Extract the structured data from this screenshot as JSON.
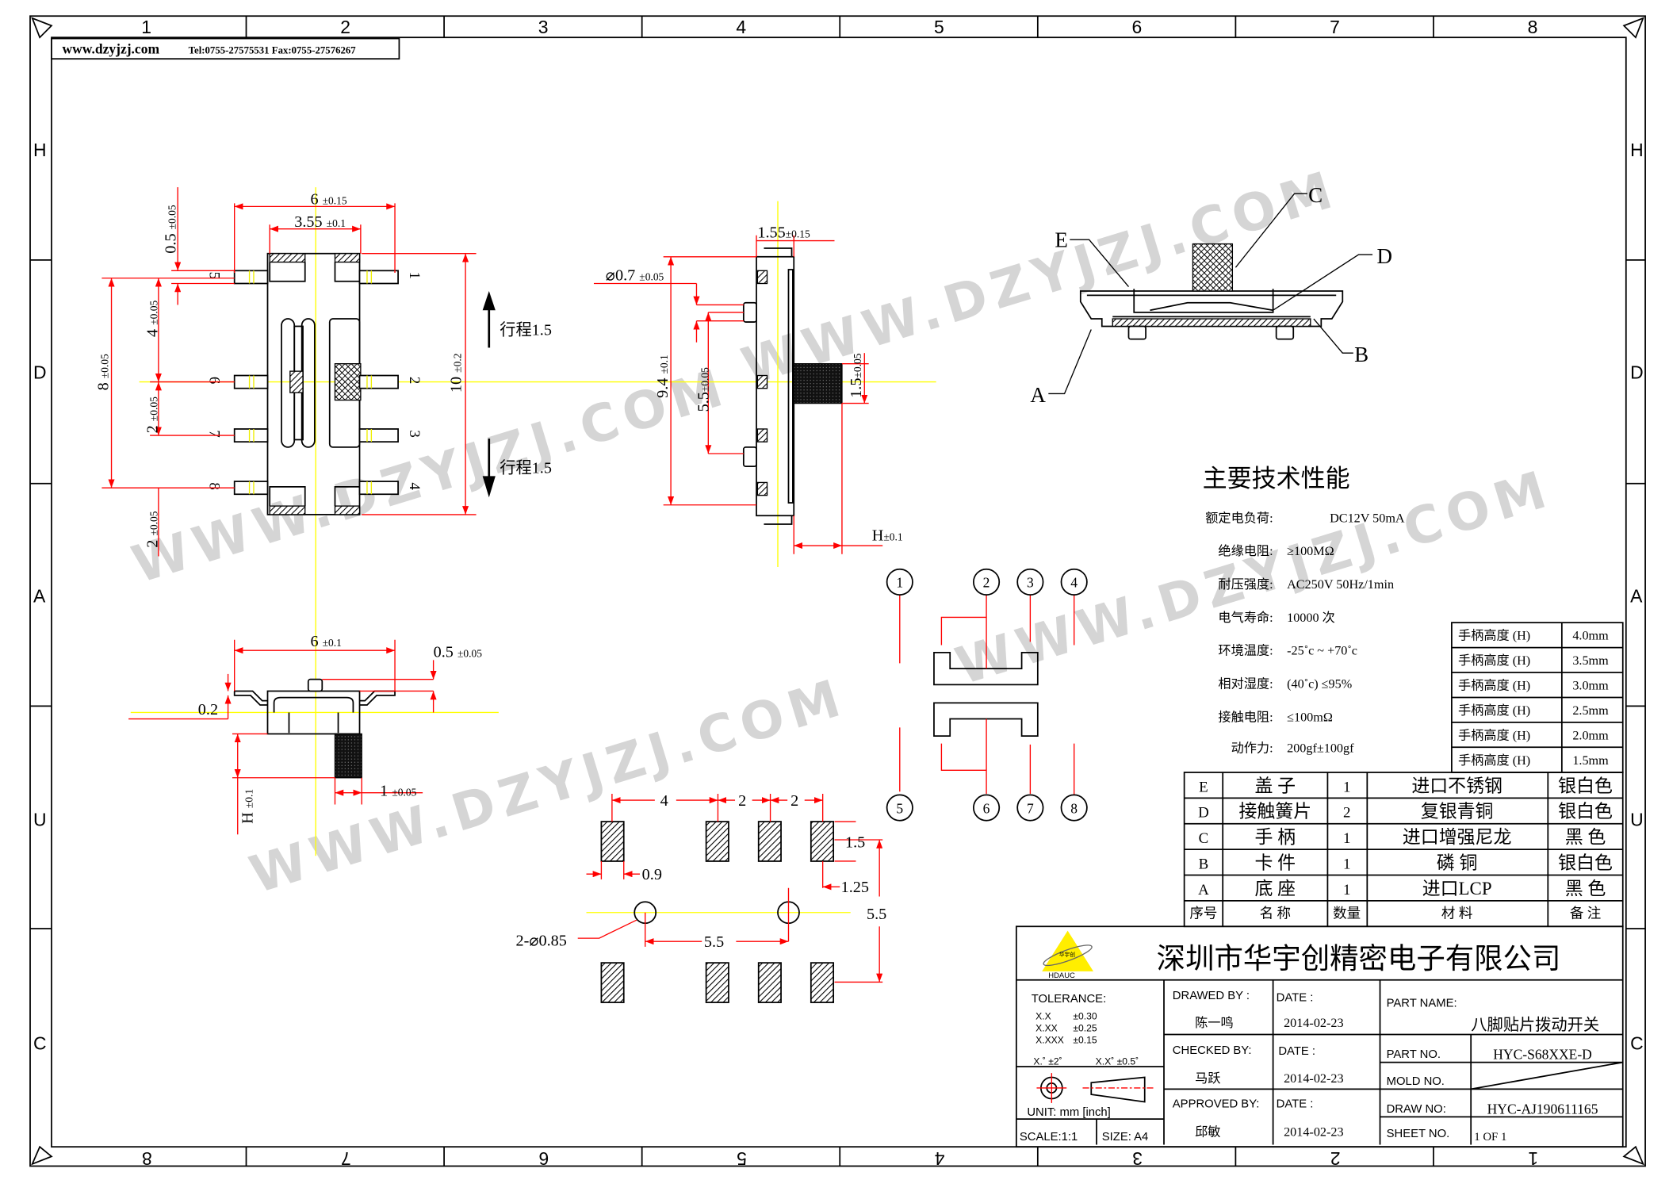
{
  "header": {
    "site": "www.dzyjzj.com",
    "contact": "Tel:0755-27575531  Fax:0755-27576267"
  },
  "zones": {
    "top": [
      "1",
      "2",
      "3",
      "4",
      "5",
      "6",
      "7",
      "8"
    ],
    "bottom": [
      "8",
      "7",
      "6",
      "5",
      "4",
      "3",
      "2",
      "1"
    ],
    "side": [
      "H",
      "D",
      "A",
      "U",
      "C"
    ]
  },
  "watermark": "WWW.DZYJZJ.COM",
  "colors": {
    "dimension": "#ff0000",
    "centerline": "#ffff00",
    "outline": "#000000",
    "logo": "#ffee00"
  },
  "top_view": {
    "width": "6",
    "width_tol": "±0.15",
    "inner_width": "3.55",
    "inner_width_tol": "±0.1",
    "length": "10",
    "length_tol": "±0.2",
    "pin_span": "8",
    "pin_span_tol": "±0.05",
    "pin_width": "0.5",
    "pin_width_tol": "±0.05",
    "pitch_a": "4",
    "pitch_a_tol": "±0.05",
    "pitch_b": "2",
    "pitch_b_tol": "±0.05",
    "pitch_c": "2",
    "pitch_c_tol": "±0.05",
    "pins_left": [
      "5",
      "6",
      "7",
      "8"
    ],
    "pins_right": [
      "1",
      "2",
      "3",
      "4"
    ],
    "travel_up": "行程1.5",
    "travel_down": "行程1.5"
  },
  "side_view": {
    "thickness": "1.55",
    "thickness_tol": "±0.15",
    "post_dia": "⌀0.7",
    "post_dia_tol": "±0.05",
    "height": "9.4",
    "height_tol": "±0.1",
    "post_pitch": "5.5",
    "post_pitch_tol": "±0.05",
    "handle_width": "1.5",
    "handle_width_tol": "±0.05",
    "handle_height": "H",
    "handle_height_tol": "±0.1"
  },
  "front_view": {
    "width": "6",
    "width_tol": "±0.1",
    "nub": "0.5",
    "nub_tol": "±0.05",
    "offset": "0.2",
    "handle_thickness": "1",
    "handle_thickness_tol": "±0.05",
    "handle_height": "H",
    "handle_height_tol": "±0.1"
  },
  "schematic": {
    "pins_top": [
      "1",
      "2",
      "3",
      "4"
    ],
    "pins_bottom": [
      "5",
      "6",
      "7",
      "8"
    ]
  },
  "footprint": {
    "pitch_4": "4",
    "pitch_2a": "2",
    "pitch_2b": "2",
    "pad_len": "1.5",
    "pad_width": "0.9",
    "pad_offset": "1.25",
    "row_span": "5.5",
    "holes": "2-⌀0.85",
    "hole_span": "5.5"
  },
  "section_labels": [
    "E",
    "C",
    "D",
    "B",
    "A"
  ],
  "specs": {
    "title": "主要技术性能",
    "items": [
      {
        "label": "额定电负荷:",
        "value": "DC12V  50mA"
      },
      {
        "label": "绝缘电阻:",
        "value": "≥100MΩ"
      },
      {
        "label": "耐压强度:",
        "value": "AC250V   50Hz/1min"
      },
      {
        "label": "电气寿命:",
        "value": "10000  次"
      },
      {
        "label": "环境温度:",
        "value": "-25˚c ~ +70˚c"
      },
      {
        "label": "相对湿度:",
        "value": "(40˚c) ≤95%"
      },
      {
        "label": "接触电阻:",
        "value": "≤100mΩ"
      },
      {
        "label": "动作力:",
        "value": "200gf±100gf"
      }
    ]
  },
  "handle_heights": [
    {
      "label": "手柄高度  (H)",
      "value": "4.0mm"
    },
    {
      "label": "手柄高度  (H)",
      "value": "3.5mm"
    },
    {
      "label": "手柄高度  (H)",
      "value": "3.0mm"
    },
    {
      "label": "手柄高度  (H)",
      "value": "2.5mm"
    },
    {
      "label": "手柄高度  (H)",
      "value": "2.0mm"
    },
    {
      "label": "手柄高度  (H)",
      "value": "1.5mm"
    }
  ],
  "bom": {
    "rows": [
      {
        "id": "E",
        "name": "盖    子",
        "qty": "1",
        "material": "进口不锈钢",
        "note": "银白色"
      },
      {
        "id": "D",
        "name": "接触簧片",
        "qty": "2",
        "material": "复银青铜",
        "note": "银白色"
      },
      {
        "id": "C",
        "name": "手    柄",
        "qty": "1",
        "material": "进口增强尼龙",
        "note": "黑  色"
      },
      {
        "id": "B",
        "name": "卡    件",
        "qty": "1",
        "material": "磷        铜",
        "note": "银白色"
      },
      {
        "id": "A",
        "name": "底    座",
        "qty": "1",
        "material": "进口LCP",
        "note": "黑  色"
      }
    ],
    "header": {
      "id": "序号",
      "name": "名  称",
      "qty": "数量",
      "material": "材        料",
      "note": "备  注"
    }
  },
  "title_block": {
    "company": "深圳市华宇创精密电子有限公司",
    "logo_text": "华宇创",
    "logo_brand": "HDAUC",
    "tolerance_label": "TOLERANCE:",
    "tolerances": [
      {
        "k": "X.X",
        "v": "±0.30"
      },
      {
        "k": "X.XX",
        "v": "±0.25"
      },
      {
        "k": "X.XXX",
        "v": "±0.15"
      }
    ],
    "angle_tol_a": "X.˚  ±2˚",
    "angle_tol_b": "X.X˚  ±0.5˚",
    "unit": "UNIT:  mm  [inch]",
    "scale": "SCALE:1:1",
    "size": "SIZE:  A4",
    "drawed_label": "DRAWED  BY :",
    "drawed_by": "陈一鸣",
    "checked_label": "CHECKED  BY:",
    "checked_by": "马跃",
    "approved_label": "APPROVED  BY:",
    "approved_by": "邱敏",
    "date_label": "DATE  :",
    "drawed_date": "2014-02-23",
    "checked_date": "2014-02-23",
    "approved_date": "2014-02-23",
    "part_name_label": "PART  NAME:",
    "part_name": "八脚贴片拨动开关",
    "part_no_label": "PART  NO.",
    "part_no": "HYC-S68XXE-D",
    "mold_no_label": "MOLD  NO.",
    "draw_no_label": "DRAW  NO:",
    "draw_no": "HYC-AJ190611165",
    "sheet_no_label": "SHEET  NO.",
    "sheet_no": "1  OF  1"
  }
}
